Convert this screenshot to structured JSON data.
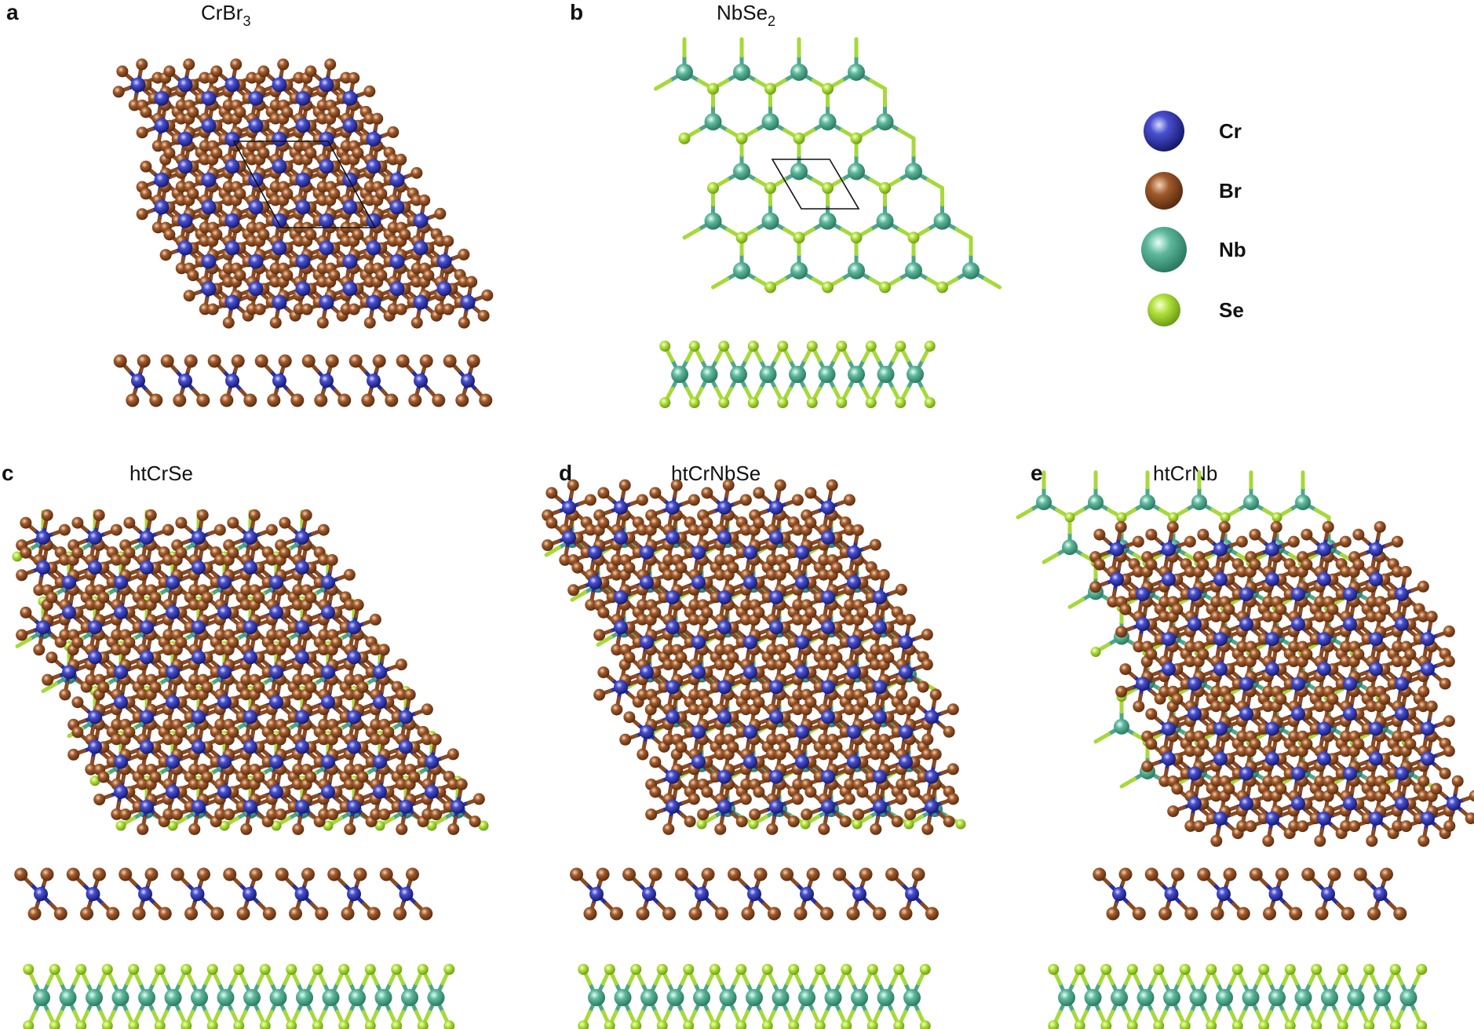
{
  "colors": {
    "Cr": "#2a2f9e",
    "Br": "#8a4a22",
    "Nb": "#4fa58c",
    "Se": "#a6d93a",
    "cell": "#111111"
  },
  "panels": [
    {
      "letter": "a",
      "title": "CrBr",
      "subscript": "3",
      "atoms": [
        "Cr",
        "Br"
      ],
      "cell": true
    },
    {
      "letter": "b",
      "title": "NbSe",
      "subscript": "2",
      "atoms": [
        "Nb",
        "Se"
      ],
      "cell": true
    },
    {
      "letter": "c",
      "title": "htCrSe",
      "subscript": "",
      "atoms": [
        "Cr",
        "Br",
        "Nb",
        "Se"
      ],
      "cell": false
    },
    {
      "letter": "d",
      "title": "htCrNbSe",
      "subscript": "",
      "atoms": [
        "Cr",
        "Br",
        "Nb",
        "Se"
      ],
      "cell": false
    },
    {
      "letter": "e",
      "title": "htCrNb",
      "subscript": "",
      "atoms": [
        "Cr",
        "Br",
        "Nb",
        "Se"
      ],
      "cell": false
    }
  ],
  "legend": [
    {
      "element": "Cr",
      "label": "Cr"
    },
    {
      "element": "Br",
      "label": "Br"
    },
    {
      "element": "Nb",
      "label": "Nb"
    },
    {
      "element": "Se",
      "label": "Se"
    }
  ]
}
